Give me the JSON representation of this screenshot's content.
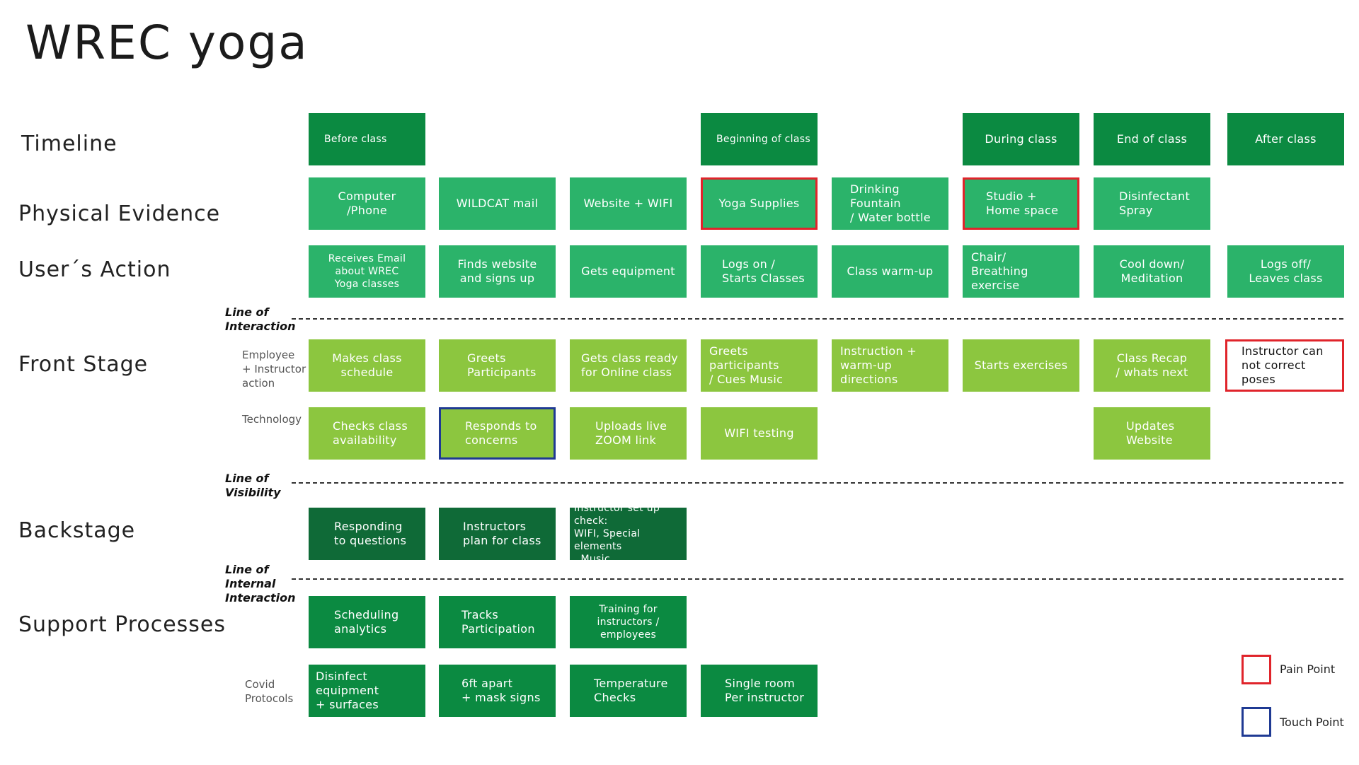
{
  "title": "WREC yoga",
  "rows": {
    "timeline": "Timeline",
    "physical": "Physical Evidence",
    "user": "User´s Action",
    "front": "Front Stage",
    "backstage": "Backstage",
    "support": "Support Processes"
  },
  "sublabels": {
    "employee": "Employee\n+ Instructor\naction",
    "technology": "Technology",
    "covid": "Covid\nProtocols"
  },
  "lines": {
    "interaction": "Line of\nInteraction",
    "visibility": "Line of\nVisibility",
    "internal": "Line of\nInternal\nInteraction"
  },
  "timeline": [
    "Before class",
    "Beginning of class",
    "During class",
    "End of class",
    "After class"
  ],
  "physical": [
    "Computer\n/Phone",
    "WILDCAT mail",
    "Website + WIFI",
    "Yoga Supplies",
    "Drinking Fountain\n/ Water bottle",
    "Studio +\nHome space",
    "Disinfectant\nSpray"
  ],
  "user": [
    "Receives Email\nabout WREC\nYoga classes",
    "Finds website\nand signs up",
    "Gets equipment",
    "Logs on /\nStarts Classes",
    "Class warm-up",
    "Chair/\nBreathing exercise",
    "Cool down/\nMeditation",
    "Logs off/\nLeaves class"
  ],
  "front_employee": [
    "Makes class\nschedule",
    "Greets\nParticipants",
    "Gets class ready\nfor Online class",
    "Greets participants\n/ Cues Music",
    "Instruction +\nwarm-up directions",
    "Starts exercises",
    "Class Recap\n/ whats next",
    "Instructor can\nnot correct poses"
  ],
  "front_tech": [
    "Checks class\navailability",
    "Responds to\nconcerns",
    "Uploads live\nZOOM link",
    "WIFI testing",
    "Updates\nWebsite"
  ],
  "backstage": [
    "Responding\nto questions",
    "Instructors\nplan for class",
    "Instructor set up check:\nWIFI, Special elements\n, Music"
  ],
  "support": [
    "Scheduling\nanalytics",
    "Tracks\nParticipation",
    "Training for\ninstructors /\nemployees"
  ],
  "covid": [
    "Disinfect equipment\n+ surfaces",
    "6ft apart\n+ mask signs",
    "Temperature\nChecks",
    "Single room\nPer instructor"
  ],
  "legend": {
    "pain": "Pain Point",
    "touch": "Touch Point"
  },
  "colors": {
    "dark_green": "#0b8a41",
    "mid_green": "#2bb36a",
    "light_green": "#8cc63f",
    "backstage_green": "#0f6a37",
    "pain_point": "#e0242b",
    "touch_point": "#1f3a93"
  }
}
